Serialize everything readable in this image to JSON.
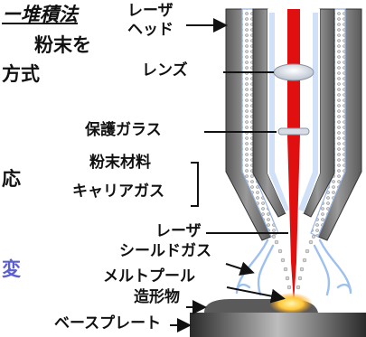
{
  "colors": {
    "text": "#111111",
    "accent_text": "#5b5fd1",
    "laser": "#e01010",
    "nozzle_body": "#8a8a8a",
    "nozzle_dark": "#4a4a4a",
    "gas_flow": "#aac6ee",
    "powder": "#b8b8b8",
    "base_plate": "#3a3a3a",
    "melt_pool": "#ffd84a"
  },
  "left_text": {
    "title_fragment": "ー堆積法",
    "line_1": "粉末を",
    "line_2": "方式",
    "line_3": "応",
    "line_4": "変"
  },
  "labels": {
    "laser_head": "レーザ\nヘッド",
    "lens": "レンズ",
    "protective_glass": "保護ガラス",
    "powder_material": "粉末材料",
    "carrier_gas": "キャリアガス",
    "laser": "レーザ",
    "shield_gas": "シールドガス",
    "melt_pool": "メルトプール",
    "build_object": "造形物",
    "base_plate": "ベースプレート"
  }
}
